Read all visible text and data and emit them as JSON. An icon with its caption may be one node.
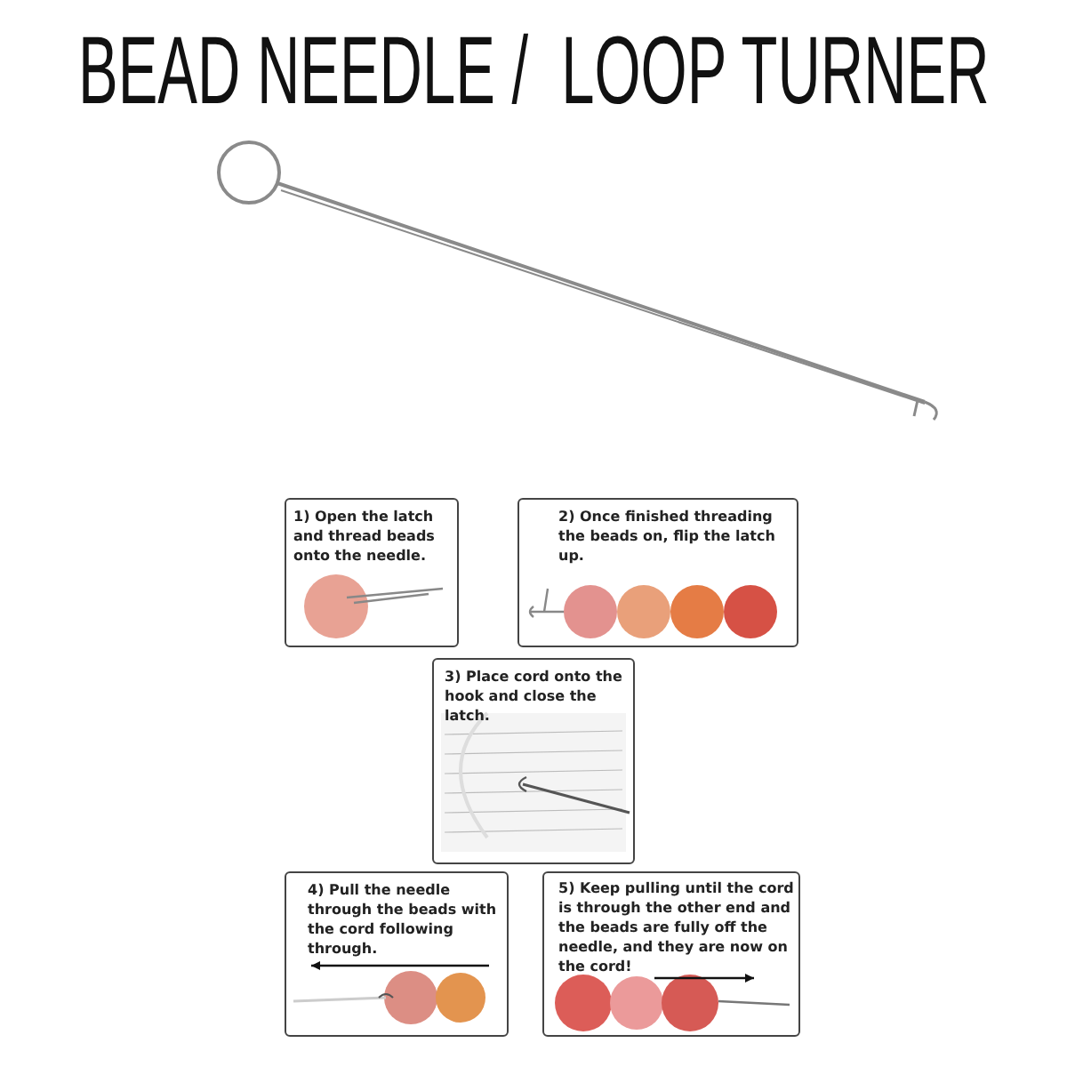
{
  "diagram": {
    "title": "BEAD NEEDLE /  LOOP TURNER",
    "nodes": [
      {
        "text": [
          "1) Open the latch and thread beads onto the needle."
        ]
      },
      {
        "text": [
          "2) Once finished threading the beads on, flip the latch up."
        ]
      },
      {
        "text": [
          "3) Place cord onto the hook and close the latch."
        ]
      },
      {
        "text": [
          "4) Pull the needle through the beads with the cord following through."
        ]
      },
      {
        "text": [
          "5) Keep pulling until the cord is through the other end and the beads are fully off the needle, and they are now on the cord!"
        ]
      }
    ]
  }
}
